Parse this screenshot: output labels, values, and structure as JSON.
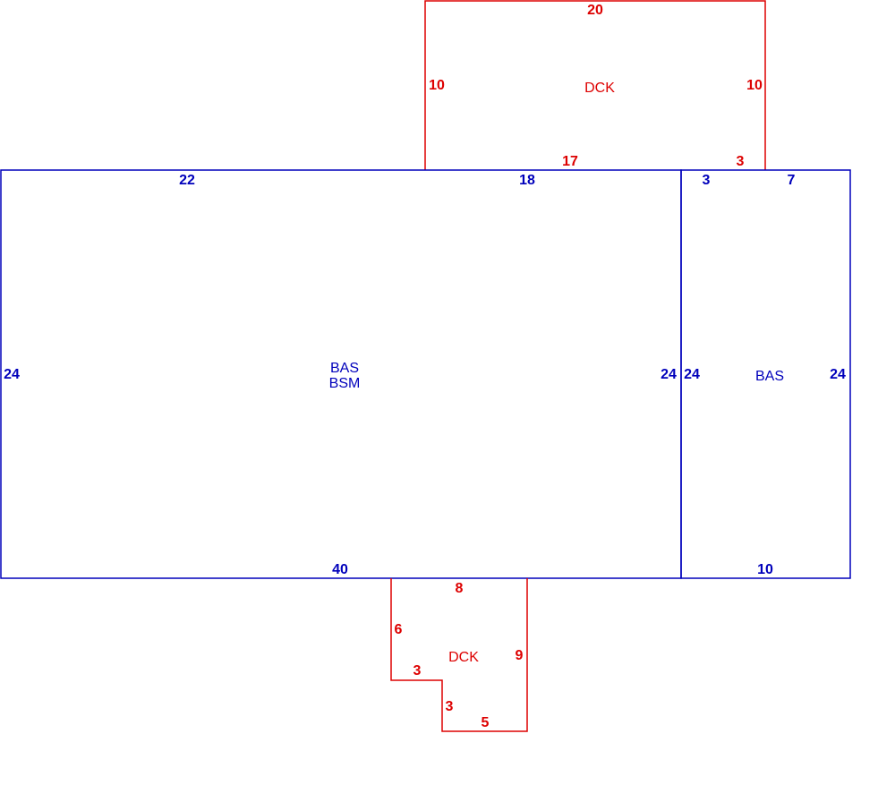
{
  "colors": {
    "main": "#0000bb",
    "deck": "#dd0000",
    "background": "#ffffff"
  },
  "main_area": {
    "codes": [
      "BAS",
      "BSM"
    ],
    "dims": {
      "top_left": "22",
      "top_right": "18",
      "left": "24",
      "right": "24",
      "bottom": "40"
    }
  },
  "side_area": {
    "code": "BAS",
    "dims": {
      "top_left": "3",
      "top_right": "7",
      "left": "24",
      "right": "24",
      "bottom": "10"
    }
  },
  "top_deck": {
    "code": "DCK",
    "dims": {
      "top": "20",
      "left": "10",
      "right": "10",
      "bottom_left": "17",
      "bottom_right": "3"
    }
  },
  "bottom_deck": {
    "code": "DCK",
    "dims": {
      "top": "8",
      "left": "6",
      "notch_width": "3",
      "notch_height": "3",
      "bottom": "5",
      "right": "9"
    }
  }
}
